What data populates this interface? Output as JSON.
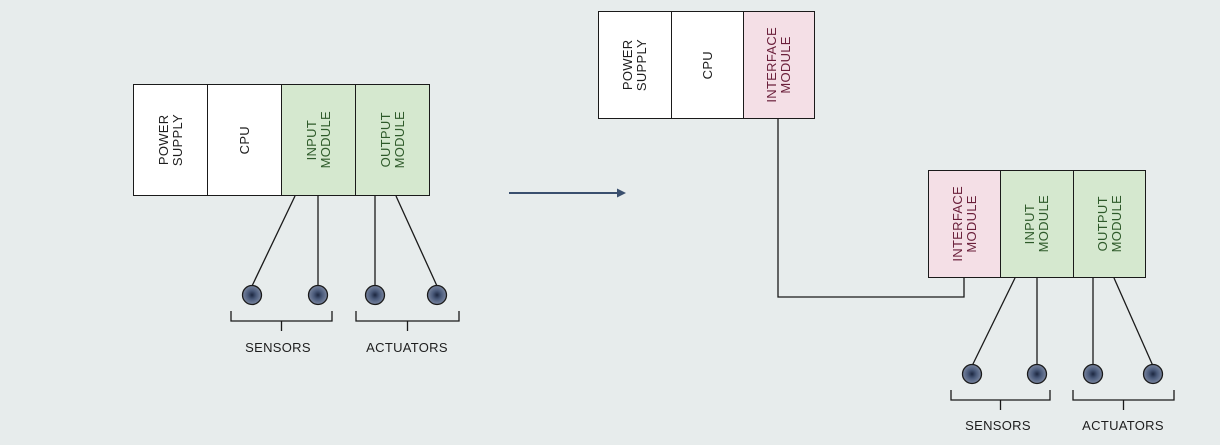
{
  "left_rack": {
    "power_supply": "POWER\nSUPPLY",
    "cpu": "CPU",
    "input_module": "INPUT\nMODULE",
    "output_module": "OUTPUT\nMODULE",
    "sensors_label": "SENSORS",
    "actuators_label": "ACTUATORS"
  },
  "right_main_rack": {
    "power_supply": "POWER\nSUPPLY",
    "cpu": "CPU",
    "interface_module": "INTERFACE\nMODULE"
  },
  "right_remote_rack": {
    "interface_module": "INTERFACE\nMODULE",
    "input_module": "INPUT\nMODULE",
    "output_module": "OUTPUT\nMODULE",
    "sensors_label": "SENSORS",
    "actuators_label": "ACTUATORS"
  },
  "colors": {
    "background": "#e7ecec",
    "module_white": "#ffffff",
    "module_green": "#d5e8cf",
    "module_pink": "#f4dfe6",
    "device_fill": "#4a5a7a",
    "arrow": "#3a4f6e"
  }
}
